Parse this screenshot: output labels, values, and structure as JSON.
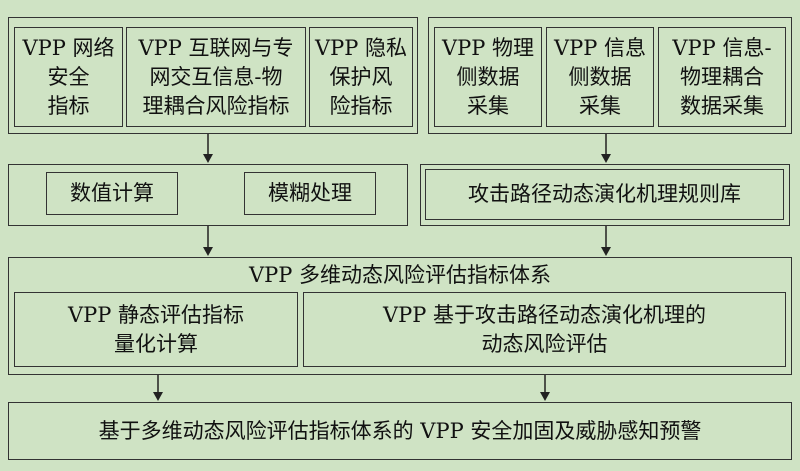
{
  "colors": {
    "background": "#cfe3c4",
    "border": "#333333",
    "arrow": "#222222"
  },
  "top_left_group": {
    "items": [
      "VPP 网络\n安全\n指标",
      "VPP 互联网与专\n网交互信息-物\n理耦合风险指标",
      "VPP 隐私\n保护风\n险指标"
    ]
  },
  "top_right_group": {
    "items": [
      "VPP 物理\n侧数据\n采集",
      "VPP 信息\n侧数据\n采集",
      "VPP 信息-\n物理耦合\n数据采集"
    ]
  },
  "processing": {
    "numeric": "数值计算",
    "fuzzy": "模糊处理"
  },
  "rule_base": "攻击路径动态演化机理规则库",
  "system": {
    "title": "VPP 多维动态风险评估指标体系",
    "static_eval": "VPP 静态评估指标\n量化计算",
    "dynamic_eval": "VPP 基于攻击路径动态演化机理的\n动态风险评估"
  },
  "final": "基于多维动态风险评估指标体系的 VPP 安全加固及威胁感知预警"
}
